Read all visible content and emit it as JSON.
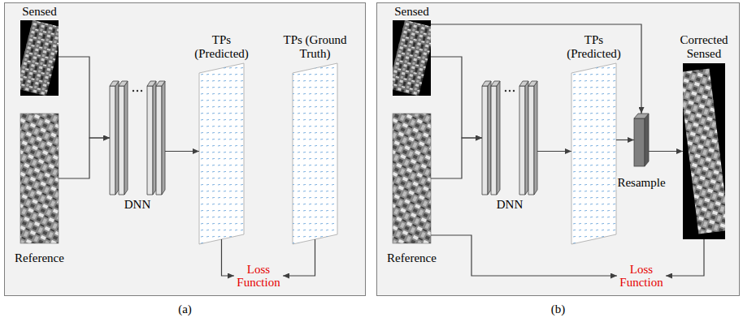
{
  "diagram": {
    "nodes": [
      {
        "text": [
          "(a)"
        ]
      },
      {
        "text": [
          "Sensed"
        ],
        "in": 0
      },
      {
        "text": [
          "Reference"
        ],
        "in": 0
      },
      {
        "text": [
          "DNN"
        ],
        "in": 0
      },
      {
        "text": [
          "TPs (Predicted)"
        ],
        "in": 0
      },
      {
        "text": [
          "TPs (Ground Truth)"
        ],
        "in": 0
      },
      {
        "text": [
          "Loss Function"
        ],
        "in": 0
      },
      {
        "text": [
          "(b)"
        ]
      },
      {
        "text": [
          "Sensed"
        ],
        "in": 7
      },
      {
        "text": [
          "Reference"
        ],
        "in": 7
      },
      {
        "text": [
          "DNN"
        ],
        "in": 7
      },
      {
        "text": [
          "TPs (Predicted)"
        ],
        "in": 7
      },
      {
        "text": [
          "Resample"
        ],
        "in": 7
      },
      {
        "text": [
          "Corrected Sensed"
        ],
        "in": 7
      },
      {
        "text": [
          "Loss Function"
        ],
        "in": 7
      }
    ],
    "edges": [
      {
        "from": 1,
        "to": 3,
        "arrow": "to"
      },
      {
        "from": 2,
        "to": 3,
        "arrow": "to"
      },
      {
        "from": 3,
        "to": 4,
        "arrow": "to"
      },
      {
        "from": 4,
        "to": 6,
        "arrow": "to"
      },
      {
        "from": 5,
        "to": 6,
        "arrow": "to"
      },
      {
        "from": 8,
        "to": 10,
        "arrow": "to"
      },
      {
        "from": 9,
        "to": 10,
        "arrow": "to"
      },
      {
        "from": 8,
        "to": 12,
        "arrow": "to"
      },
      {
        "from": 10,
        "to": 11,
        "arrow": "to"
      },
      {
        "from": 11,
        "to": 12,
        "arrow": "to"
      },
      {
        "from": 12,
        "to": 13,
        "arrow": "to"
      },
      {
        "from": 9,
        "to": 14,
        "arrow": "to"
      },
      {
        "from": 13,
        "to": 14,
        "arrow": "to"
      }
    ]
  }
}
